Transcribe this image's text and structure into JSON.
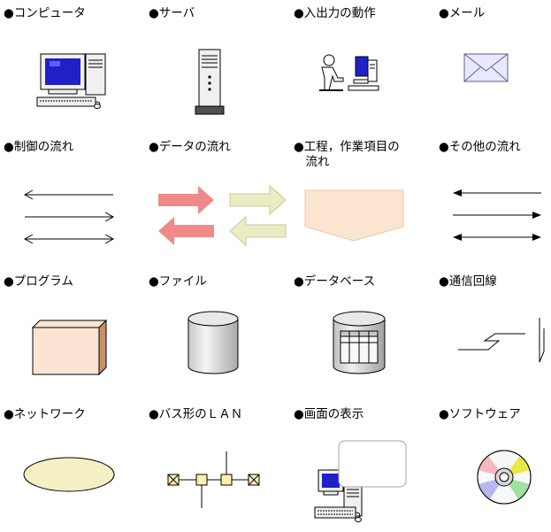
{
  "legend": [
    {
      "id": "computer",
      "label": "●コンピュータ",
      "icon": "computer-icon"
    },
    {
      "id": "server",
      "label": "●サーバ",
      "icon": "server-icon"
    },
    {
      "id": "io-operation",
      "label": "●入出力の動作",
      "icon": "person-at-computer-icon"
    },
    {
      "id": "mail",
      "label": "●メール",
      "icon": "envelope-icon"
    },
    {
      "id": "control-flow",
      "label": "●制御の流れ",
      "icon": "thin-arrows-icon"
    },
    {
      "id": "data-flow",
      "label": "●データの流れ",
      "icon": "block-arrows-icon"
    },
    {
      "id": "process-flow",
      "label": "●工程，作業項目の\n　流れ",
      "icon": "pentagon-arrow-icon"
    },
    {
      "id": "other-flow",
      "label": "●その他の流れ",
      "icon": "solid-arrows-icon"
    },
    {
      "id": "program",
      "label": "●プログラム",
      "icon": "box-icon"
    },
    {
      "id": "file",
      "label": "●ファイル",
      "icon": "cylinder-icon"
    },
    {
      "id": "database",
      "label": "●データベース",
      "icon": "database-icon"
    },
    {
      "id": "comm-line",
      "label": "●通信回線",
      "icon": "lightning-line-icon"
    },
    {
      "id": "network",
      "label": "●ネットワーク",
      "icon": "ellipse-icon"
    },
    {
      "id": "bus-lan",
      "label": "●バス形のＬＡＮ",
      "icon": "bus-lan-icon"
    },
    {
      "id": "screen-display",
      "label": "●画面の表示",
      "icon": "computer-with-window-icon"
    },
    {
      "id": "software",
      "label": "●ソフトウェア",
      "icon": "cd-disc-icon"
    }
  ],
  "colors": {
    "monitor_screen": "#2020c8",
    "beige": "#f0f0f0",
    "flow_pink": "#f08a8a",
    "flow_cream": "#ececc4",
    "pentagon_fill": "#fce6d2",
    "box_front": "#fbe4d4",
    "box_side": "#c8926a",
    "ellipse_fill": "#f4f0c4",
    "bus_node": "#fff0b0",
    "disc_pink": "#f4b8c0",
    "disc_yellow": "#e8e840",
    "disc_green": "#a0e0a0",
    "disc_lavender": "#b8b8f0"
  }
}
